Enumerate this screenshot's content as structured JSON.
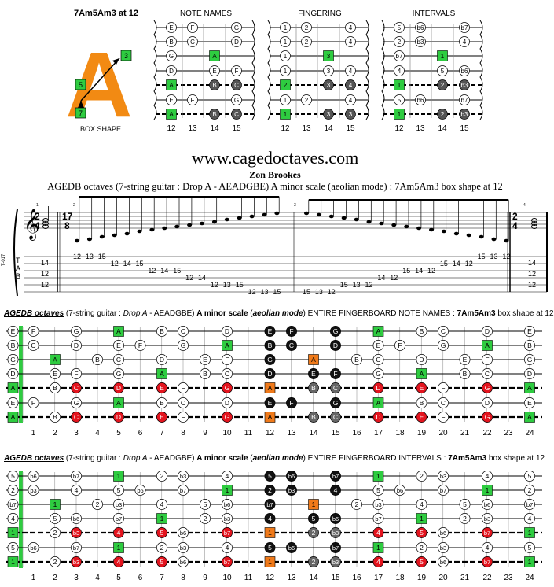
{
  "box_label": "7Am5Am3 at 12",
  "box_letter": "A",
  "box_caption": "BOX SHAPE",
  "box_markers": [
    "3",
    "5",
    "7"
  ],
  "mini_titles": [
    "NOTE NAMES",
    "FINGERING",
    "INTERVALS"
  ],
  "mini_frets": [
    "12",
    "13",
    "14",
    "15"
  ],
  "mini_notes": [
    [
      "E",
      "F",
      "",
      "G"
    ],
    [
      "B",
      "C",
      "",
      "D"
    ],
    [
      "G",
      "",
      "A",
      ""
    ],
    [
      "D",
      "",
      "E",
      "F"
    ],
    [
      "A",
      "",
      "B",
      "C"
    ],
    [
      "E",
      "F",
      "",
      "G"
    ],
    [
      "A",
      "",
      "B",
      "C"
    ]
  ],
  "mini_fingering": [
    [
      "1",
      "2",
      "",
      "4"
    ],
    [
      "1",
      "2",
      "",
      "4"
    ],
    [
      "1",
      "",
      "3",
      ""
    ],
    [
      "1",
      "",
      "3",
      "4"
    ],
    [
      "2",
      "",
      "3",
      "4"
    ],
    [
      "1",
      "2",
      "",
      "4"
    ],
    [
      "1",
      "",
      "3",
      "3"
    ]
  ],
  "mini_intervals": [
    [
      "5",
      "b6",
      "",
      "b7"
    ],
    [
      "2",
      "b3",
      "",
      "4"
    ],
    [
      "b7",
      "",
      "1",
      ""
    ],
    [
      "4",
      "",
      "5",
      "b6"
    ],
    [
      "1",
      "",
      "2",
      "b3"
    ],
    [
      "5",
      "b6",
      "",
      "b7"
    ],
    [
      "1",
      "",
      "2",
      "b3"
    ]
  ],
  "website": "www.cagedoctaves.com",
  "author": "Zon Brookes",
  "subtitle": "AGEDB octaves (7-string guitar : Drop A - AEADGBE) A minor scale (aeolian mode) : 7Am5Am3 box shape at 12",
  "staff": {
    "time_sig_a": [
      "2",
      "4"
    ],
    "time_sig_b": [
      "17",
      "8"
    ],
    "measure_numbers": [
      "1",
      "2",
      "3",
      "4"
    ],
    "tab_letters": [
      "T",
      "A",
      "B"
    ],
    "tuning_label": "T-017",
    "tab_m1": [
      "14",
      "12",
      "12"
    ],
    "tab_m2": [
      {
        "s": 5,
        "v": "12"
      },
      {
        "s": 5,
        "v": "13"
      },
      {
        "s": 5,
        "v": "15"
      },
      {
        "s": 4,
        "v": "12"
      },
      {
        "s": 4,
        "v": "14"
      },
      {
        "s": 4,
        "v": "15"
      },
      {
        "s": 3,
        "v": "12"
      },
      {
        "s": 3,
        "v": "14"
      },
      {
        "s": 3,
        "v": "15"
      },
      {
        "s": 2,
        "v": "12"
      },
      {
        "s": 2,
        "v": "14"
      },
      {
        "s": 1,
        "v": "12"
      },
      {
        "s": 1,
        "v": "13"
      },
      {
        "s": 1,
        "v": "15"
      },
      {
        "s": 0,
        "v": "12"
      },
      {
        "s": 0,
        "v": "13"
      },
      {
        "s": 0,
        "v": "15"
      }
    ],
    "tab_m3": [
      {
        "s": 0,
        "v": "15"
      },
      {
        "s": 0,
        "v": "13"
      },
      {
        "s": 0,
        "v": "12"
      },
      {
        "s": 1,
        "v": "15"
      },
      {
        "s": 1,
        "v": "13"
      },
      {
        "s": 1,
        "v": "12"
      },
      {
        "s": 2,
        "v": "14"
      },
      {
        "s": 2,
        "v": "12"
      },
      {
        "s": 3,
        "v": "15"
      },
      {
        "s": 3,
        "v": "14"
      },
      {
        "s": 3,
        "v": "12"
      },
      {
        "s": 4,
        "v": "15"
      },
      {
        "s": 4,
        "v": "14"
      },
      {
        "s": 4,
        "v": "12"
      },
      {
        "s": 5,
        "v": "15"
      },
      {
        "s": 5,
        "v": "13"
      },
      {
        "s": 5,
        "v": "12"
      }
    ],
    "tab_m4": [
      "14",
      "12",
      "12"
    ]
  },
  "fb1_title": {
    "a": "AGEDB octaves",
    "b": " (7-string guitar : ",
    "c": "Drop A",
    "d": " - AEADGBE) ",
    "e": "A minor scale",
    "f": " (",
    "g": "aeolian mode",
    "h": ") ENTIRE FINGERBOARD NOTE NAMES : ",
    "i": "7Am5Am3",
    "j": " box shape at 12"
  },
  "fb2_title": {
    "a": "AGEDB octaves",
    "b": " (7-string guitar : ",
    "c": "Drop A",
    "d": " - AEADGBE) ",
    "e": "A minor scale",
    "f": " (",
    "g": "aeolian mode",
    "h": ") ENTIRE FINGERBOARD INTERVALS : ",
    "i": "7Am5Am3",
    "j": " box shape at 12"
  },
  "fret_numbers": [
    "1",
    "2",
    "3",
    "4",
    "5",
    "6",
    "7",
    "8",
    "9",
    "10",
    "11",
    "12",
    "13",
    "14",
    "15",
    "16",
    "17",
    "18",
    "19",
    "20",
    "21",
    "22",
    "23",
    "24"
  ],
  "open_notes": [
    "E",
    "B",
    "G",
    "D",
    "A",
    "E",
    "A"
  ],
  "open_intervals": [
    "5",
    "2",
    "b7",
    "4",
    "1",
    "5",
    "1"
  ],
  "colors": {
    "root": "#2ecc40",
    "pent_red": "#e3141e",
    "box_black": "#111111",
    "box_orange": "#f07a1a",
    "grey": "#666666",
    "orange_letter": "#f28a13"
  }
}
